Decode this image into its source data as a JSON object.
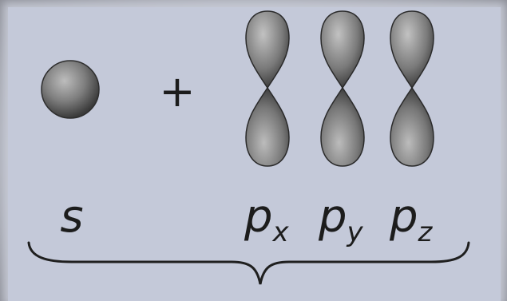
{
  "orbitals": {
    "s_label": "s",
    "plus_sign": "+",
    "p_main": "p",
    "px_sub": "x",
    "py_sub": "y",
    "pz_sub": "z"
  },
  "shapes": {
    "s_orbital": "sphere",
    "p_orbitals": [
      "dumbbell-vertical",
      "dumbbell-vertical",
      "dumbbell-vertical"
    ],
    "grouping": "curly-brace"
  },
  "colors": {
    "background": "#c4c9d9",
    "orbital_light": "#b3b3b3",
    "orbital_dark": "#3b3b3b",
    "text": "#1c1c1c"
  }
}
